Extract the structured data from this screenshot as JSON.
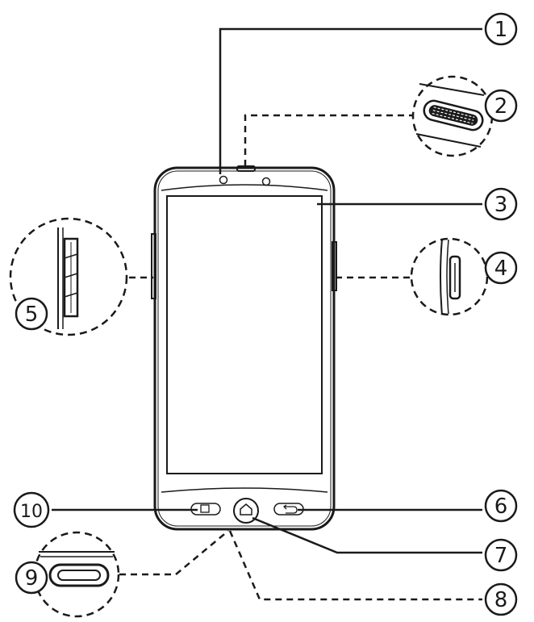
{
  "callouts": [
    {
      "id": "1",
      "label": "1"
    },
    {
      "id": "2",
      "label": "2"
    },
    {
      "id": "3",
      "label": "3"
    },
    {
      "id": "4",
      "label": "4"
    },
    {
      "id": "5",
      "label": "5"
    },
    {
      "id": "6",
      "label": "6"
    },
    {
      "id": "7",
      "label": "7"
    },
    {
      "id": "8",
      "label": "8"
    },
    {
      "id": "9",
      "label": "9"
    },
    {
      "id": "10",
      "label": "10"
    }
  ],
  "colors": {
    "ink": "#1a1a1a",
    "background": "#ffffff"
  }
}
